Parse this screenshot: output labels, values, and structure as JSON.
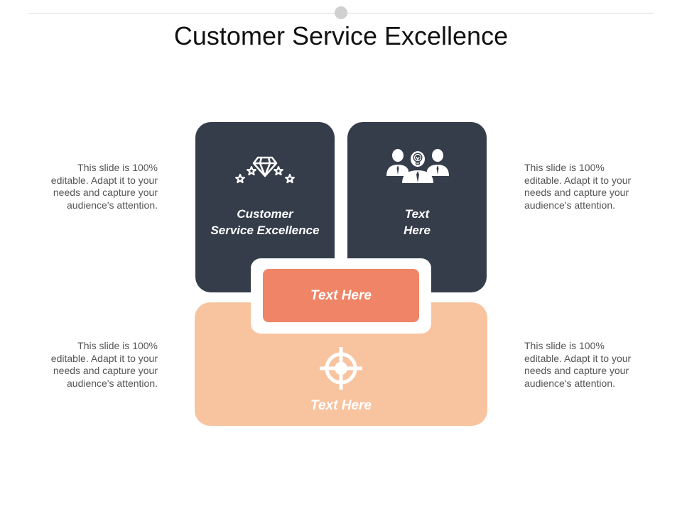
{
  "slide": {
    "title": "Customer Service Excellence"
  },
  "side_notes": {
    "top_left": "This slide is 100% editable. Adapt it to your needs and capture your audience's attention.",
    "bottom_left": "This slide is 100% editable. Adapt it to your needs and capture your audience's attention.",
    "top_right": "This slide is 100% editable. Adapt it to your needs and capture your audience's attention.",
    "bottom_right": "This slide is 100% editable. Adapt it to your needs and capture your audience's attention."
  },
  "boxes": {
    "left": {
      "label_line1": "Customer",
      "label_line2": "Service Excellence",
      "icon": "diamond-stars-icon"
    },
    "right": {
      "label_line1": "Text",
      "label_line2": "Here",
      "icon": "team-idea-icon"
    },
    "center": {
      "label": "Text Here"
    },
    "bottom": {
      "label": "Text Here",
      "icon": "target-icon"
    }
  },
  "colors": {
    "dark_box": "#353d4b",
    "center_accent": "#ef8566",
    "bottom_box": "#f8c4a0",
    "note_text": "#555555"
  }
}
